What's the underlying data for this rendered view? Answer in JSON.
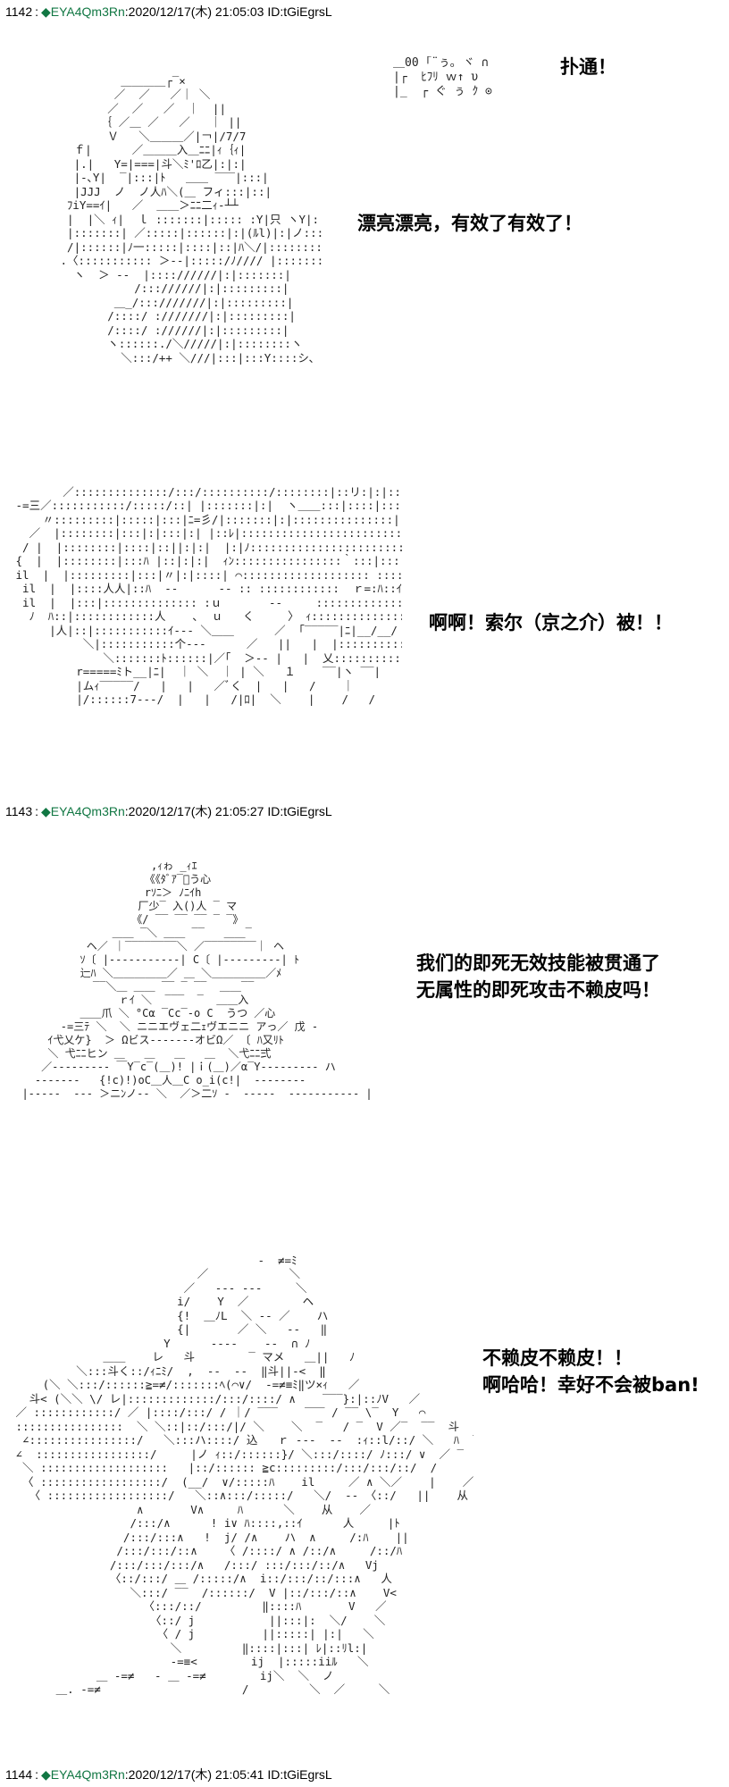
{
  "posts": [
    {
      "number": "1142",
      "colon": ":",
      "trip": "◆EYA4Qm3Rn",
      "time": ":2020/12/17(木) 21:05:03",
      "id": "ID:tGiEgrsL",
      "panels": [
        {
          "sfx": "＿00 ｢¨ぅ｡ ヾ ∩\n|┌  ﾋﾌﾘ ｗ↑ υ\n|_  ┌ ぐ ぅ ｸ ⊙",
          "caption": "扑通！"
        },
        {
          "caption": "漂亮漂亮，有效了有效了！"
        },
        {
          "caption": "啊啊！索尔（京之介）被！！"
        }
      ]
    },
    {
      "number": "1143",
      "colon": ":",
      "trip": "◆EYA4Qm3Rn",
      "time": ":2020/12/17(木) 21:05:27",
      "id": "ID:tGiEgrsL",
      "panels": [
        {
          "caption_line1": "我们的即死无效技能被贯通了",
          "caption_line2": "无属性的即死攻击不赖皮吗！"
        },
        {
          "caption_line1": "不赖皮不赖皮！！",
          "caption_line2": "啊哈哈！幸好不会被ban!"
        }
      ]
    },
    {
      "number": "1144",
      "colon": ":",
      "trip": "◆EYA4Qm3Rn",
      "time": ":2020/12/17(木) 21:05:41",
      "id": "ID:tGiEgrsL"
    }
  ]
}
